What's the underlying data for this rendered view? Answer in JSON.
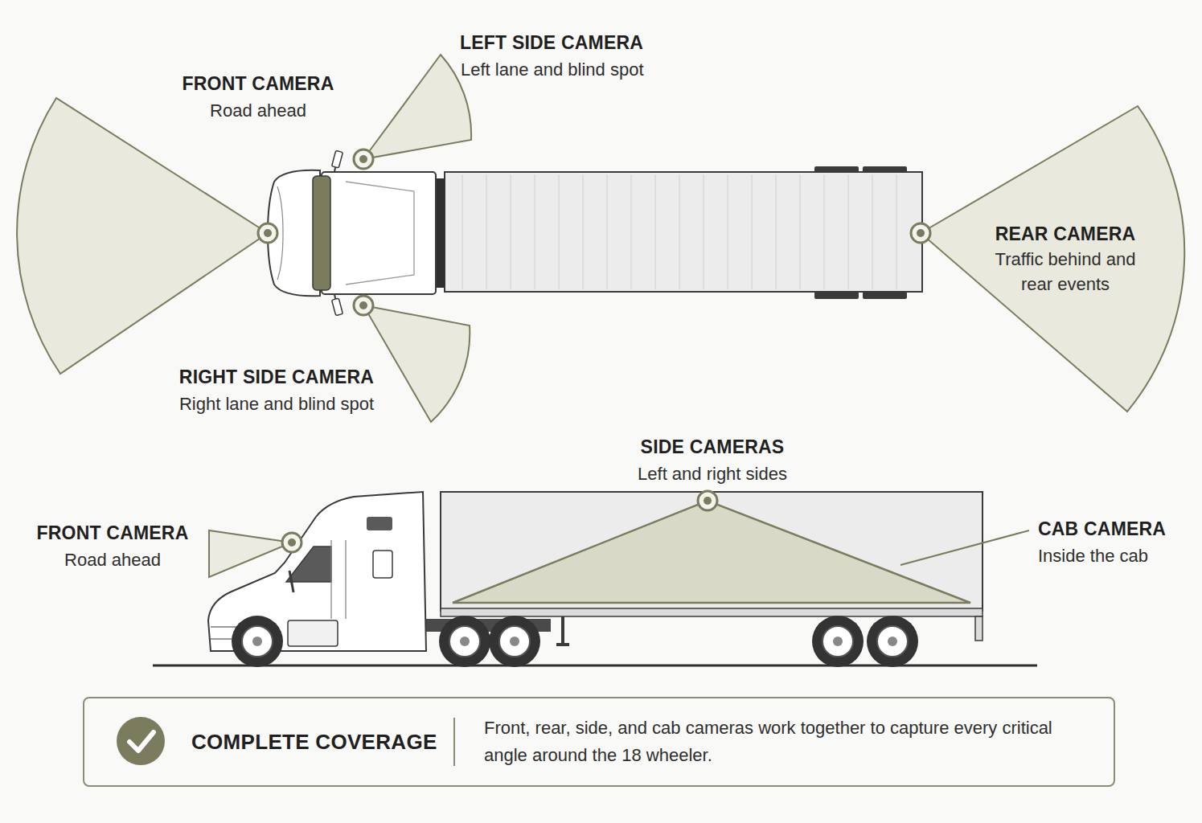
{
  "diagram": {
    "nodes": [
      {
        "text": [
          "COMPLETE COVERAGE",
          "Front, rear, side, and cab cameras work together to capture every critical angle around the 18 wheeler."
        ]
      }
    ],
    "labels": [
      "LEFT SIDE CAMERA",
      "Left lane and blind spot",
      "FRONT CAMERA",
      "Road ahead",
      "REAR CAMERA",
      "Traffic behind and rear events",
      "RIGHT SIDE CAMERA",
      "Right lane and blind spot",
      "SIDE CAMERAS",
      "Left and right sides",
      "FRONT CAMERA",
      "Road ahead",
      "CAB CAMERA",
      "Inside the cab"
    ]
  }
}
